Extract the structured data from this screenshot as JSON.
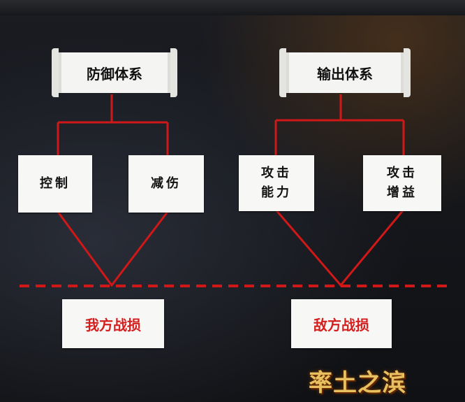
{
  "diagram": {
    "defense": {
      "title": "防御体系",
      "children": [
        "控制",
        "减伤"
      ],
      "result": "我方战损"
    },
    "output": {
      "title": "输出体系",
      "children": [
        "攻击\n能力",
        "攻击\n增益"
      ],
      "result": "敌方战损"
    },
    "logo": "率土之滨"
  },
  "colors": {
    "line_red": "#d01818",
    "result_text": "#d51f1f",
    "box_bg": "#f7f7f5"
  }
}
